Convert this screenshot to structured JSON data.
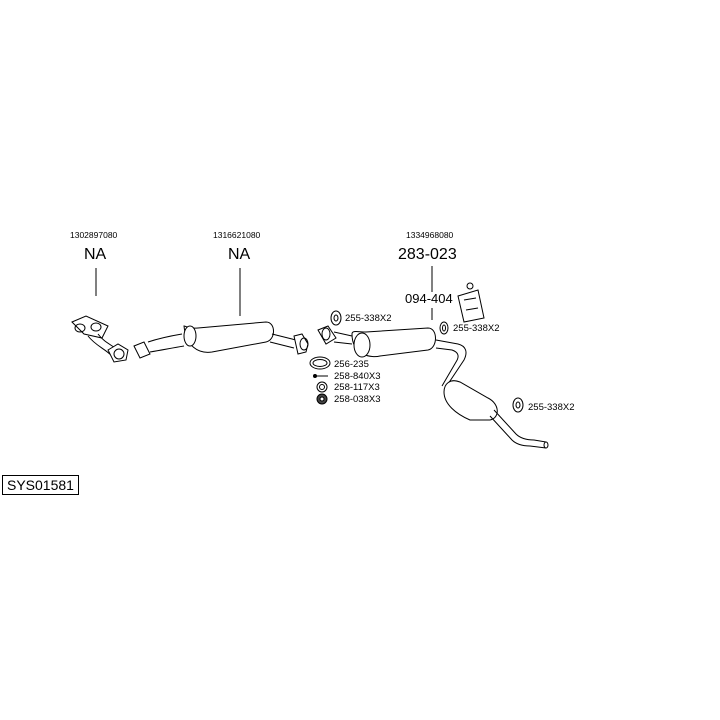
{
  "system_code": "SYS01581",
  "groups": [
    {
      "oem": "1302897080",
      "part": "NA"
    },
    {
      "oem": "1316621080",
      "part": "NA"
    },
    {
      "oem": "1334968080",
      "part": "283-023"
    }
  ],
  "parts": {
    "bracket": "094-404",
    "ring_front": "255-338X2",
    "ring_center": "255-338X2",
    "ring_rear": "255-338X2",
    "gasket": "256-235",
    "bolt": "258-840X3",
    "spring": "258-117X3",
    "nut": "258-038X3"
  }
}
